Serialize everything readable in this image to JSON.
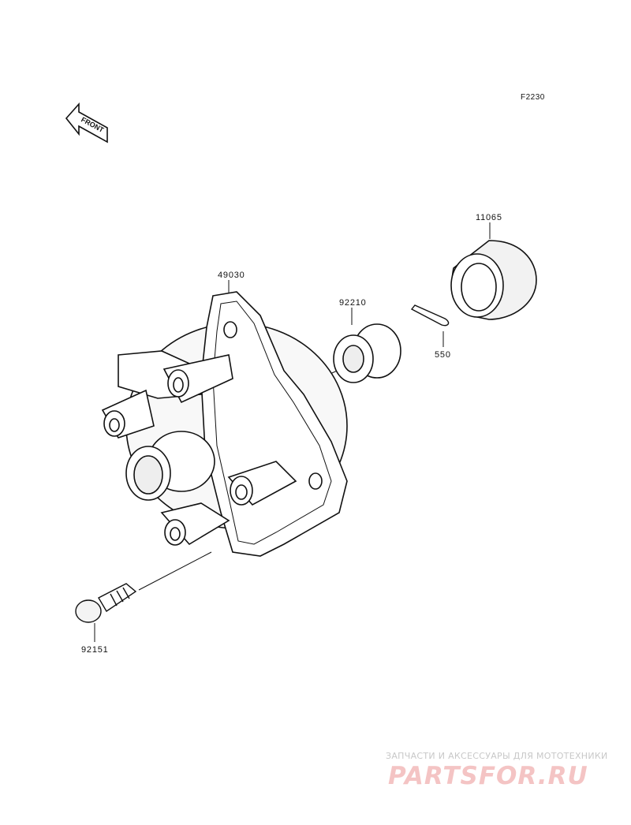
{
  "figure_code": "F2230",
  "front_marker": "FRONT",
  "parts": [
    {
      "number": "49030"
    },
    {
      "number": "92210"
    },
    {
      "number": "11065"
    },
    {
      "number": "550"
    },
    {
      "number": "92151"
    }
  ],
  "watermark": {
    "tagline": "ЗАПЧАСТИ И АКСЕССУАРЫ ДЛЯ МОТОТЕХНИКИ",
    "logo": "PARTSFOR.RU"
  }
}
